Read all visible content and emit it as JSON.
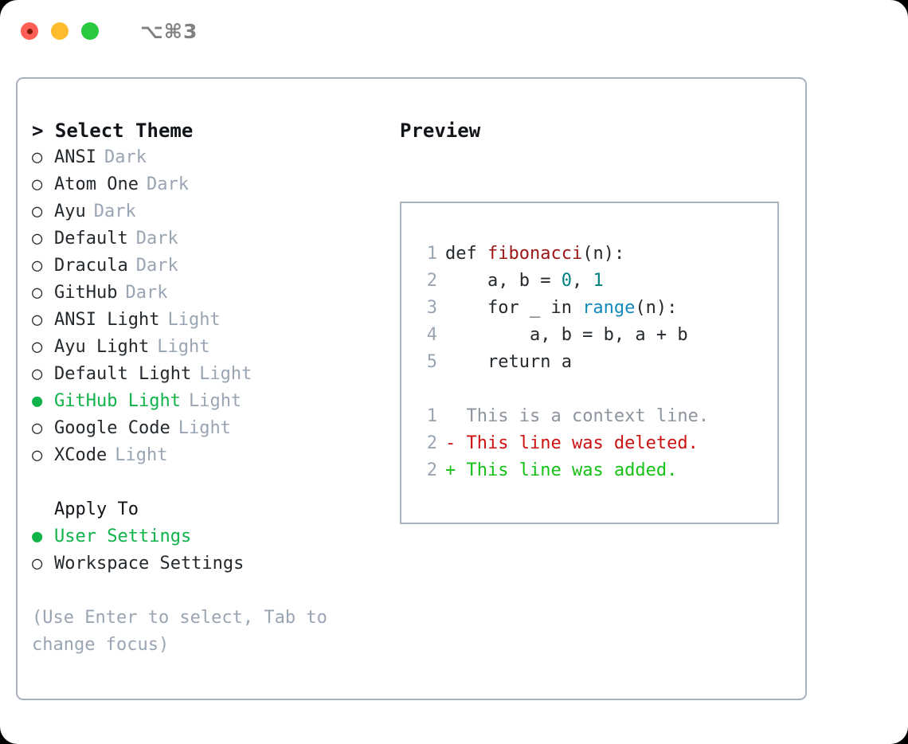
{
  "titlebar": {
    "shortcut": "⌥⌘3",
    "lights": [
      {
        "name": "close",
        "color": "#fd5f56"
      },
      {
        "name": "minimize",
        "color": "#fdbc2e"
      },
      {
        "name": "maximize",
        "color": "#28c83f"
      }
    ]
  },
  "theme_picker": {
    "header": "> Select Theme",
    "items": [
      {
        "label": "ANSI",
        "tag": "Dark",
        "selected": false
      },
      {
        "label": "Atom One",
        "tag": "Dark",
        "selected": false
      },
      {
        "label": "Ayu",
        "tag": "Dark",
        "selected": false
      },
      {
        "label": "Default",
        "tag": "Dark",
        "selected": false
      },
      {
        "label": "Dracula",
        "tag": "Dark",
        "selected": false
      },
      {
        "label": "GitHub",
        "tag": "Dark",
        "selected": false
      },
      {
        "label": "ANSI Light",
        "tag": "Light",
        "selected": false
      },
      {
        "label": "Ayu Light",
        "tag": "Light",
        "selected": false
      },
      {
        "label": "Default Light",
        "tag": "Light",
        "selected": false
      },
      {
        "label": "GitHub Light",
        "tag": "Light",
        "selected": true
      },
      {
        "label": "Google Code",
        "tag": "Light",
        "selected": false
      },
      {
        "label": "XCode",
        "tag": "Light",
        "selected": false
      }
    ],
    "bullet_on": "●",
    "bullet_off": "○"
  },
  "apply_to": {
    "header": "Apply To",
    "items": [
      {
        "label": "User Settings",
        "selected": true
      },
      {
        "label": "Workspace Settings",
        "selected": false
      }
    ]
  },
  "hint": "(Use Enter to select, Tab to change focus)",
  "preview": {
    "title": "Preview",
    "code_lines": [
      {
        "no": "1",
        "segments": [
          {
            "text": "def ",
            "kind": "plain"
          },
          {
            "text": "fibonacci",
            "kind": "fn"
          },
          {
            "text": "(n):",
            "kind": "plain"
          }
        ]
      },
      {
        "no": "2",
        "segments": [
          {
            "text": "    a, b = ",
            "kind": "plain"
          },
          {
            "text": "0",
            "kind": "num"
          },
          {
            "text": ", ",
            "kind": "plain"
          },
          {
            "text": "1",
            "kind": "num"
          }
        ]
      },
      {
        "no": "3",
        "segments": [
          {
            "text": "    for _ in ",
            "kind": "plain"
          },
          {
            "text": "range",
            "kind": "call"
          },
          {
            "text": "(n):",
            "kind": "plain"
          }
        ]
      },
      {
        "no": "4",
        "segments": [
          {
            "text": "        a, b = b, a + b",
            "kind": "plain"
          }
        ]
      },
      {
        "no": "5",
        "segments": [
          {
            "text": "    return a",
            "kind": "plain"
          }
        ]
      }
    ],
    "diff_lines": [
      {
        "no": "1",
        "marker": "  ",
        "text": "This is a context line.",
        "kind": "ctx"
      },
      {
        "no": "2",
        "marker": "- ",
        "text": "This line was deleted.",
        "kind": "del"
      },
      {
        "no": "2",
        "marker": "+ ",
        "text": "This line was added.",
        "kind": "add"
      }
    ]
  },
  "colors": {
    "accent_green": "#10b34a",
    "muted": "#9aa5b4",
    "border": "#a9b2bf",
    "text": "#24292e",
    "diff_add": "#17c217",
    "diff_del": "#cc1212",
    "tok_fn": "#9d1616",
    "tok_num": "#008080",
    "tok_call": "#1289bd"
  }
}
